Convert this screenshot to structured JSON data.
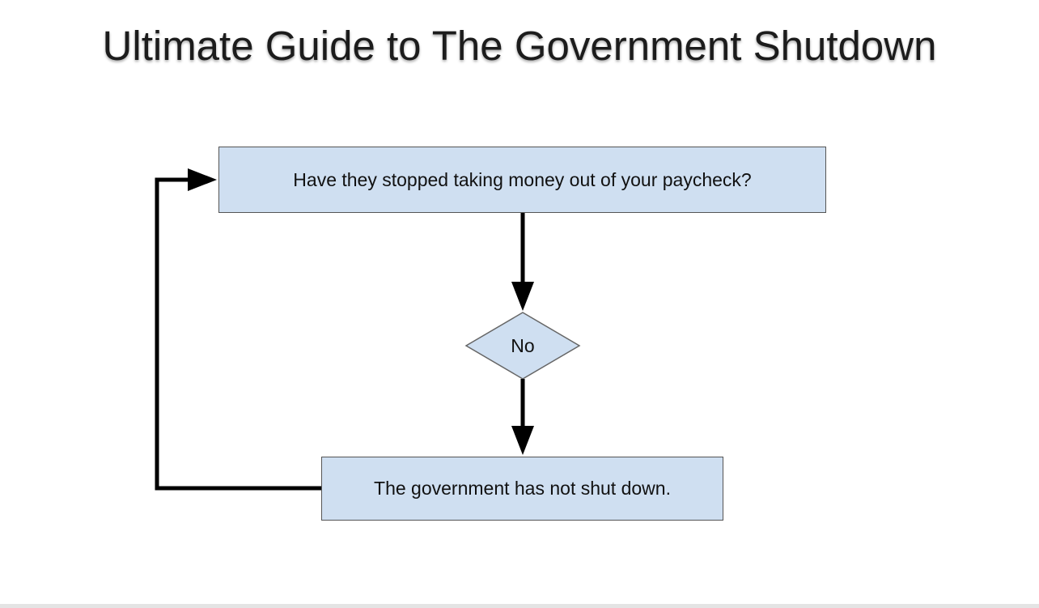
{
  "title": "Ultimate Guide to The Government Shutdown",
  "nodes": {
    "question": {
      "text": "Have they stopped taking money out of your paycheck?",
      "shape": "rectangle",
      "fill": "#cfdff1"
    },
    "decision": {
      "text": "No",
      "shape": "diamond",
      "fill": "#cfdff1"
    },
    "result": {
      "text": "The government has not shut down.",
      "shape": "rectangle",
      "fill": "#cfdff1"
    }
  },
  "edges": [
    {
      "from": "question",
      "to": "decision"
    },
    {
      "from": "decision",
      "to": "result"
    },
    {
      "from": "result",
      "to": "question"
    }
  ],
  "colors": {
    "node_fill": "#cfdff1",
    "node_border": "#555555",
    "arrow": "#000000",
    "title": "#1c1c1c"
  }
}
